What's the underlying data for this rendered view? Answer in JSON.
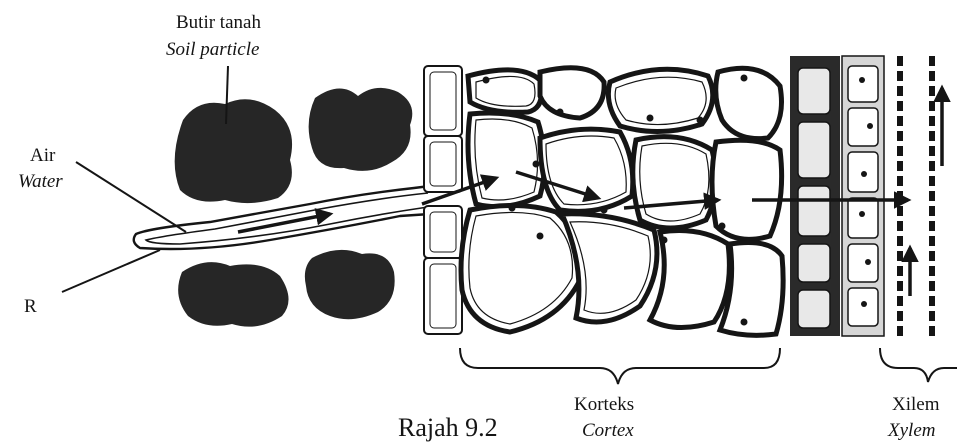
{
  "labels": {
    "soil_particle": {
      "malay": "Butir tanah",
      "english": "Soil particle"
    },
    "water": {
      "malay": "Air",
      "english": "Water"
    },
    "root_hair": {
      "letter": "R"
    },
    "cortex": {
      "malay": "Korteks",
      "english": "Cortex"
    },
    "xylem": {
      "malay": "Xilem",
      "english": "Xylem"
    },
    "figure_caption": "Rajah 9.2"
  },
  "colors": {
    "ink": "#151515",
    "soil": "#262626",
    "cell_fill": "#ffffff",
    "endodermis": "#2a2a2a",
    "pericycle": "#d6d6d6"
  }
}
